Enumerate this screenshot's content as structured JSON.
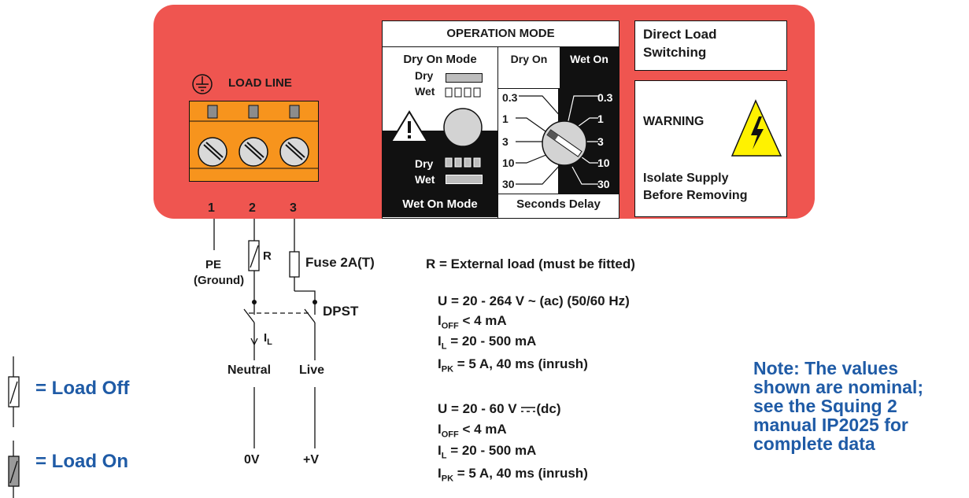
{
  "terminal": {
    "title": "LOAD LINE",
    "numbers": [
      "1",
      "2",
      "3"
    ]
  },
  "operation_mode": {
    "title": "OPERATION MODE",
    "dry_on_mode": "Dry On Mode",
    "wet_on_mode": "Wet On Mode",
    "dry": "Dry",
    "wet": "Wet",
    "dry_on": "Dry On",
    "wet_on": "Wet On",
    "seconds_delay": "Seconds Delay",
    "delays": [
      "0.3",
      "1",
      "3",
      "10",
      "30"
    ]
  },
  "direct_load": {
    "line1": "Direct Load",
    "line2": "Switching"
  },
  "warning": {
    "title": "WARNING",
    "line1": "Isolate Supply",
    "line2": "Before Removing"
  },
  "circuit": {
    "pe": "PE",
    "ground": "(Ground)",
    "r": "R",
    "fuse": "Fuse 2A(T)",
    "dpst": "DPST",
    "il": "I",
    "il_sub": "L",
    "neutral": "Neutral",
    "live": "Live",
    "zero_v": "0V",
    "plus_v": "+V"
  },
  "specs": {
    "r_note": "R = External load (must be fitted)",
    "ac": {
      "u": "U = 20 - 264 V ~ (ac) (50/60 Hz)",
      "ioff_pre": "I",
      "ioff_sub": "OFF",
      "ioff_val": " < 4 mA",
      "il_pre": "I",
      "il_sub": "L",
      "il_val": " = 20 - 500 mA",
      "ipk_pre": "I",
      "ipk_sub": "PK",
      "ipk_val": " = 5 A, 40 ms (inrush)"
    },
    "dc": {
      "u_pre": "U = 20 - 60 V",
      "u_post": "(dc)",
      "ioff_pre": "I",
      "ioff_sub": "OFF",
      "ioff_val": " < 4 mA",
      "il_pre": "I",
      "il_sub": "L",
      "il_val": " = 20 - 500 mA",
      "ipk_pre": "I",
      "ipk_sub": "PK",
      "ipk_val": " = 5 A, 40 ms (inrush)"
    }
  },
  "legend": {
    "load_off": "= Load Off",
    "load_on": "= Load On"
  },
  "note": {
    "line1": "Note: The values",
    "line2": "shown are nominal;",
    "line3": "see the Squing 2",
    "line4": "manual IP2025 for",
    "line5": "complete data"
  },
  "colors": {
    "panel": "#ef5550",
    "terminal": "#f7941d",
    "note_text": "#1f5ba6",
    "warning_triangle": "#fff200"
  }
}
